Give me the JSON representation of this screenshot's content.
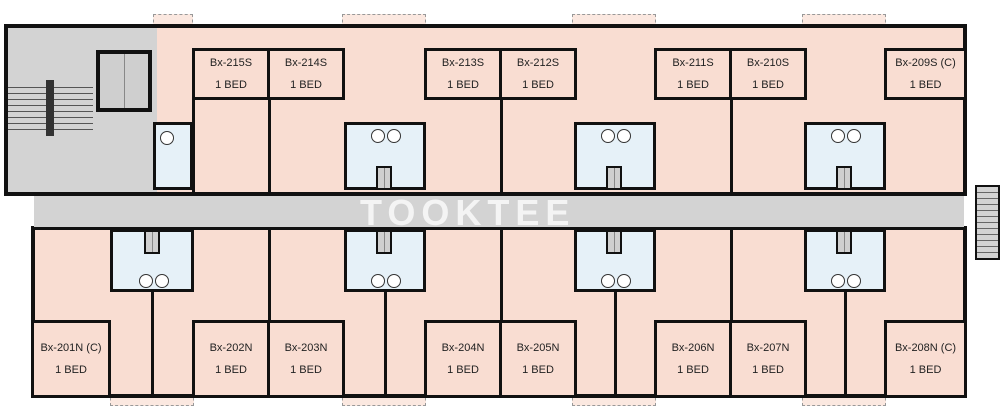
{
  "watermark": "TOOKTEE",
  "units_south": [
    {
      "id": "Bx-215S",
      "type": "1 BED"
    },
    {
      "id": "Bx-214S",
      "type": "1 BED"
    },
    {
      "id": "Bx-213S",
      "type": "1 BED"
    },
    {
      "id": "Bx-212S",
      "type": "1 BED"
    },
    {
      "id": "Bx-211S",
      "type": "1 BED"
    },
    {
      "id": "Bx-210S",
      "type": "1 BED"
    },
    {
      "id": "Bx-209S (C)",
      "type": "1 BED"
    }
  ],
  "units_north": [
    {
      "id": "Bx-201N (C)",
      "type": "1 BED"
    },
    {
      "id": "Bx-202N",
      "type": "1 BED"
    },
    {
      "id": "Bx-203N",
      "type": "1 BED"
    },
    {
      "id": "Bx-204N",
      "type": "1 BED"
    },
    {
      "id": "Bx-205N",
      "type": "1 BED"
    },
    {
      "id": "Bx-206N",
      "type": "1 BED"
    },
    {
      "id": "Bx-207N",
      "type": "1 BED"
    },
    {
      "id": "Bx-208N (C)",
      "type": "1 BED"
    }
  ],
  "colors": {
    "unit": "#f9ddd2",
    "common": "#d3d3d3",
    "bath": "#e6f1f8",
    "wall": "#111111"
  }
}
